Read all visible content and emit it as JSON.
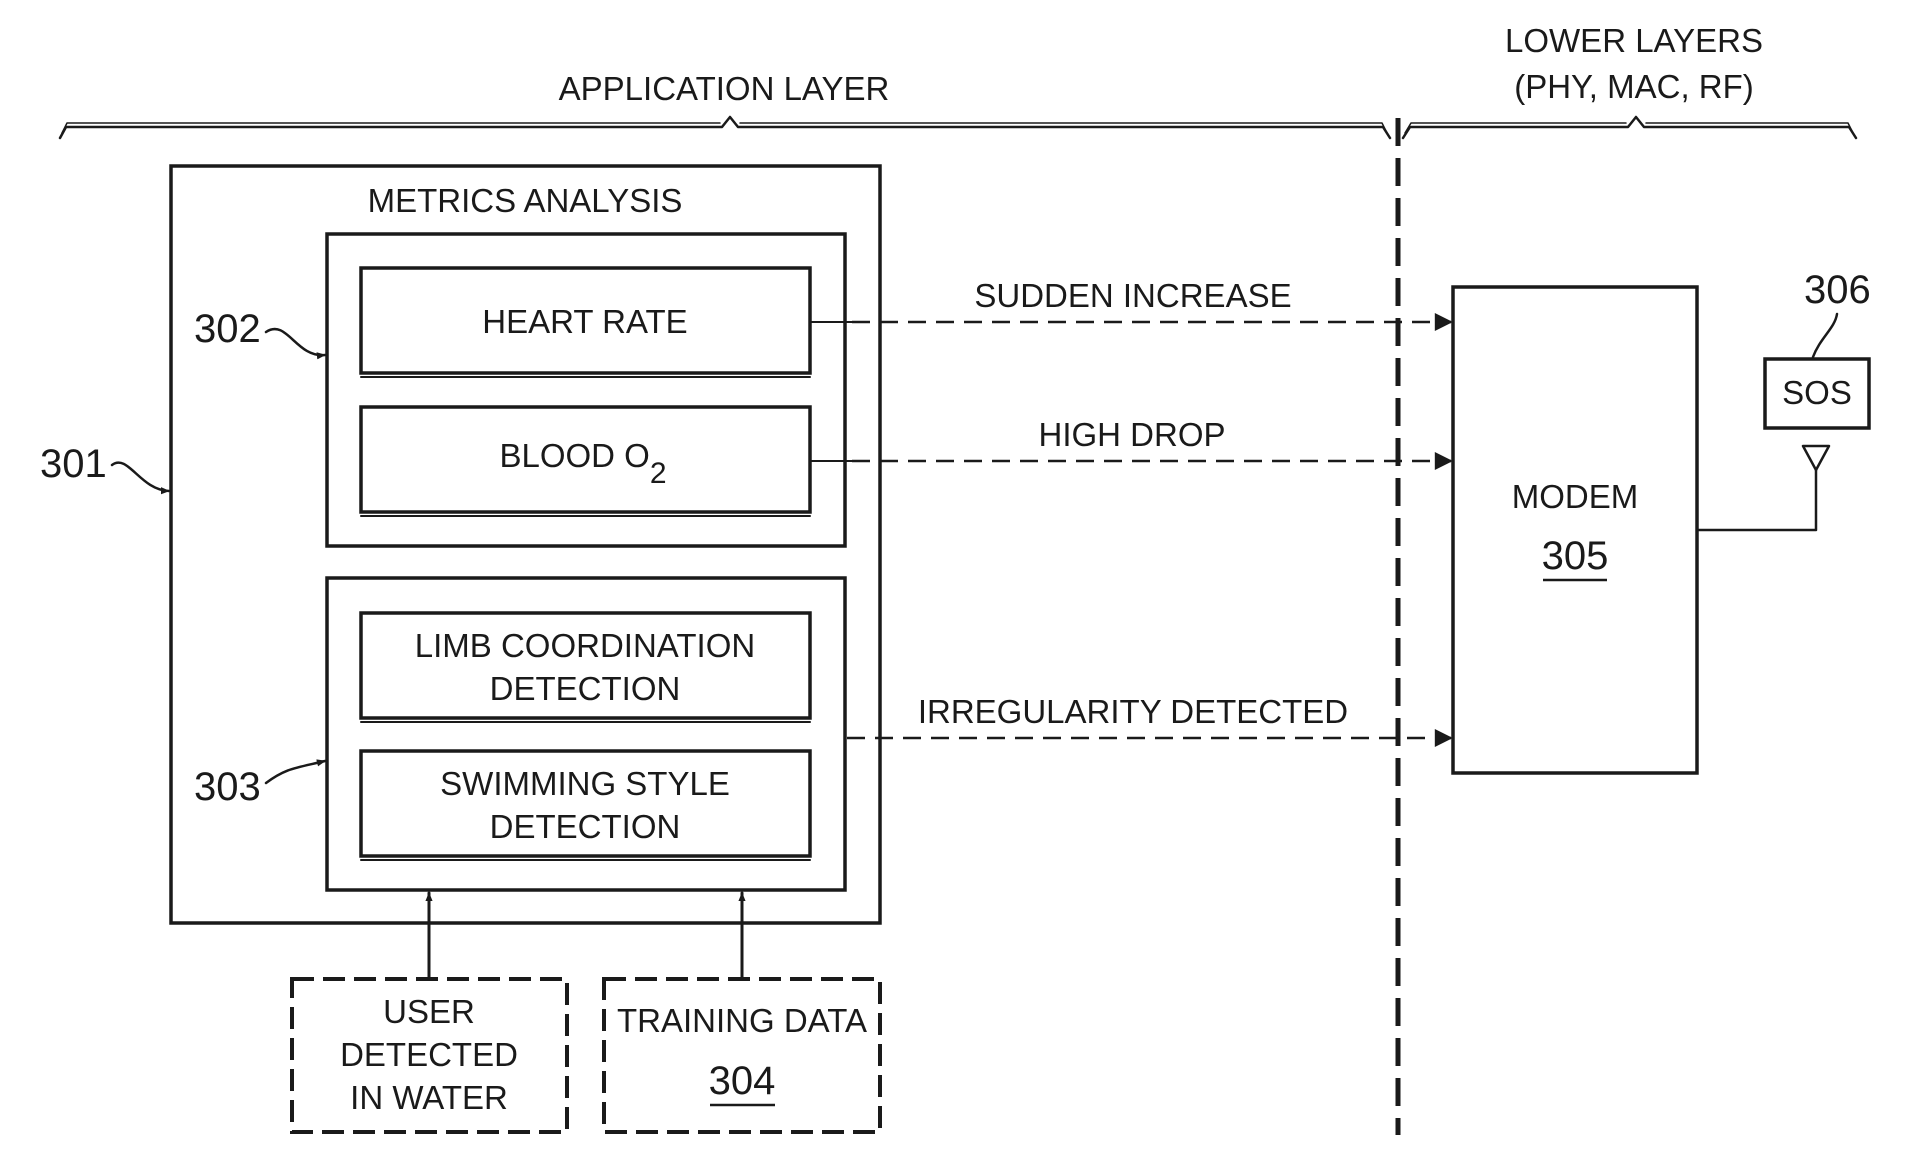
{
  "layers": {
    "application": "APPLICATION LAYER",
    "lower_line1": "LOWER LAYERS",
    "lower_line2": "(PHY, MAC, RF)"
  },
  "metrics": {
    "title": "METRICS ANALYSIS",
    "heart_rate": "HEART RATE",
    "blood_o2_main": "BLOOD O",
    "blood_o2_sub": "2",
    "limb_line1": "LIMB COORDINATION",
    "limb_line2": "DETECTION",
    "swim_line1": "SWIMMING STYLE",
    "swim_line2": "DETECTION"
  },
  "inputs": {
    "user_line1": "USER",
    "user_line2": "DETECTED",
    "user_line3": "IN WATER",
    "training_label": "TRAINING DATA",
    "training_ref": "304"
  },
  "signals": {
    "sudden_increase": "SUDDEN INCREASE",
    "high_drop": "HIGH DROP",
    "irregularity": "IRREGULARITY DETECTED"
  },
  "modem": {
    "label": "MODEM",
    "ref": "305"
  },
  "sos": {
    "label": "SOS",
    "ref": "306"
  },
  "refs": {
    "r301": "301",
    "r302": "302",
    "r303": "303"
  }
}
